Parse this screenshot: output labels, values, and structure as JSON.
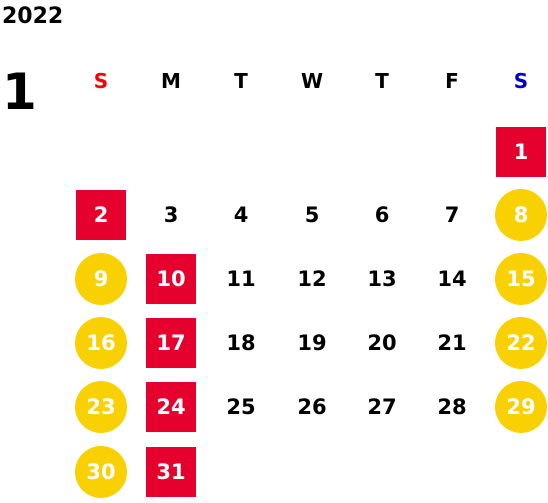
{
  "year": "2022",
  "month": "1",
  "weekdays": [
    {
      "label": "S",
      "color": "#ff0000"
    },
    {
      "label": "M",
      "color": "#000000"
    },
    {
      "label": "T",
      "color": "#000000"
    },
    {
      "label": "W",
      "color": "#000000"
    },
    {
      "label": "T",
      "color": "#000000"
    },
    {
      "label": "F",
      "color": "#000000"
    },
    {
      "label": "S",
      "color": "#0000cc"
    }
  ],
  "colors": {
    "holiday": "#e5002d",
    "weekend": "#f9d103"
  },
  "weeks": [
    [
      null,
      null,
      null,
      null,
      null,
      null,
      {
        "day": "1",
        "style": "holiday"
      }
    ],
    [
      {
        "day": "2",
        "style": "holiday"
      },
      {
        "day": "3",
        "style": "plain"
      },
      {
        "day": "4",
        "style": "plain"
      },
      {
        "day": "5",
        "style": "plain"
      },
      {
        "day": "6",
        "style": "plain"
      },
      {
        "day": "7",
        "style": "plain"
      },
      {
        "day": "8",
        "style": "weekend"
      }
    ],
    [
      {
        "day": "9",
        "style": "weekend"
      },
      {
        "day": "10",
        "style": "holiday"
      },
      {
        "day": "11",
        "style": "plain"
      },
      {
        "day": "12",
        "style": "plain"
      },
      {
        "day": "13",
        "style": "plain"
      },
      {
        "day": "14",
        "style": "plain"
      },
      {
        "day": "15",
        "style": "weekend"
      }
    ],
    [
      {
        "day": "16",
        "style": "weekend"
      },
      {
        "day": "17",
        "style": "holiday"
      },
      {
        "day": "18",
        "style": "plain"
      },
      {
        "day": "19",
        "style": "plain"
      },
      {
        "day": "20",
        "style": "plain"
      },
      {
        "day": "21",
        "style": "plain"
      },
      {
        "day": "22",
        "style": "weekend"
      }
    ],
    [
      {
        "day": "23",
        "style": "weekend"
      },
      {
        "day": "24",
        "style": "holiday"
      },
      {
        "day": "25",
        "style": "plain"
      },
      {
        "day": "26",
        "style": "plain"
      },
      {
        "day": "27",
        "style": "plain"
      },
      {
        "day": "28",
        "style": "plain"
      },
      {
        "day": "29",
        "style": "weekend"
      }
    ],
    [
      {
        "day": "30",
        "style": "weekend"
      },
      {
        "day": "31",
        "style": "holiday"
      },
      null,
      null,
      null,
      null,
      null
    ]
  ]
}
